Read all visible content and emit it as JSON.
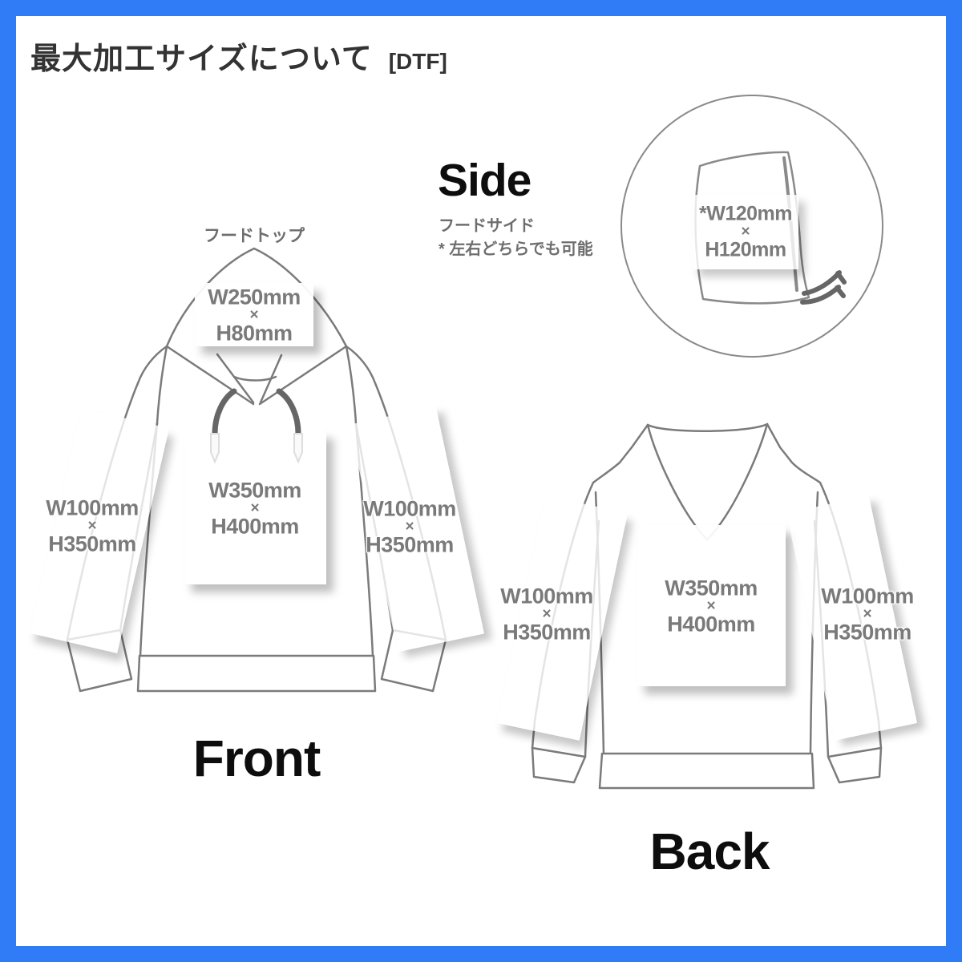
{
  "title": {
    "main": "最大加工サイズについて",
    "tag": "[DTF]"
  },
  "colors": {
    "border_blue": "#2f7cf6",
    "outline_gray": "#7b7b7b",
    "measurement_gray": "#7a7a7a",
    "caption_gray": "#6e6e6e",
    "heading_black": "#0d0d0d",
    "drawstring_gray": "#666666"
  },
  "front": {
    "label": "Front",
    "hood_caption": "フードトップ",
    "hood": {
      "w": "W250mm",
      "times": "×",
      "h": "H80mm"
    },
    "chest": {
      "w": "W350mm",
      "times": "×",
      "h": "H400mm"
    },
    "left_sleeve": {
      "w": "W100mm",
      "times": "×",
      "h": "H350mm"
    },
    "right_sleeve": {
      "w": "W100mm",
      "times": "×",
      "h": "H350mm"
    }
  },
  "side": {
    "label": "Side",
    "caption_line1": "フードサイド",
    "caption_line2": "* 左右どちらでも可能",
    "hood": {
      "w": "*W120mm",
      "times": "×",
      "h": "H120mm"
    }
  },
  "back": {
    "label": "Back",
    "center": {
      "w": "W350mm",
      "times": "×",
      "h": "H400mm"
    },
    "left_sleeve": {
      "w": "W100mm",
      "times": "×",
      "h": "H350mm"
    },
    "right_sleeve": {
      "w": "W100mm",
      "times": "×",
      "h": "H350mm"
    }
  }
}
